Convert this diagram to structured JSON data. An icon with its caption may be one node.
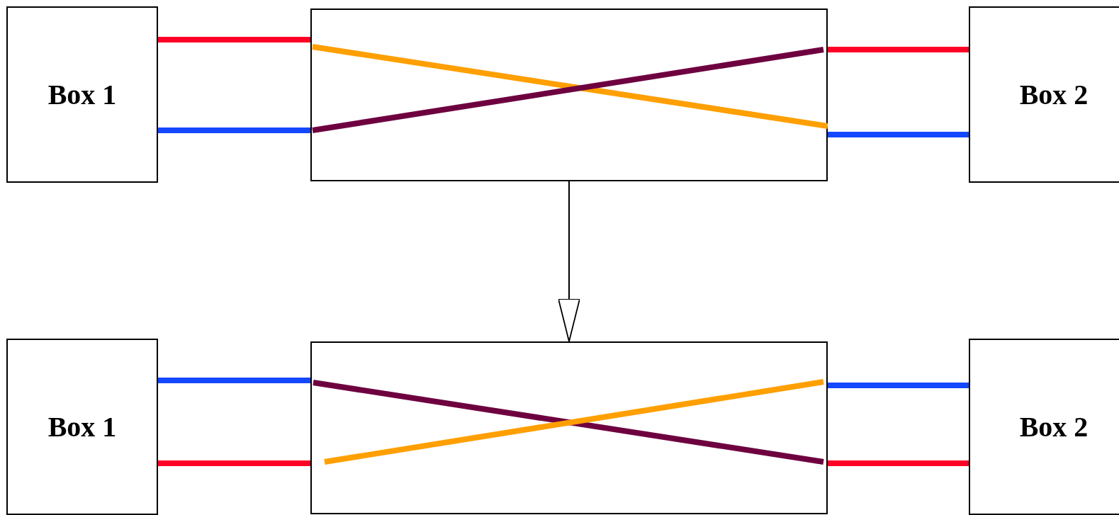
{
  "diagram": {
    "nodes": [
      {
        "text": [
          "Box 1"
        ]
      },
      {
        "text": [],
        "shape": "box"
      },
      {
        "text": [
          "Box 2"
        ]
      },
      {
        "text": [
          "Box 1"
        ]
      },
      {
        "text": [],
        "shape": "box"
      },
      {
        "text": [
          "Box 2"
        ]
      }
    ],
    "edges": [
      {
        "from": 0,
        "to": 1,
        "arrow": "none",
        "color": "#ff0026"
      },
      {
        "from": 0,
        "to": 1,
        "arrow": "none",
        "color": "#1448ff"
      },
      {
        "from": 1,
        "to": 2,
        "arrow": "none",
        "color": "#ff0026"
      },
      {
        "from": 1,
        "to": 2,
        "arrow": "none",
        "color": "#1448ff"
      },
      {
        "from": 1,
        "to": 4,
        "arrow": "to",
        "color": "#000000"
      },
      {
        "from": 3,
        "to": 4,
        "arrow": "none",
        "color": "#1448ff"
      },
      {
        "from": 3,
        "to": 4,
        "arrow": "none",
        "color": "#ff0026"
      },
      {
        "from": 4,
        "to": 5,
        "arrow": "none",
        "color": "#1448ff"
      },
      {
        "from": 4,
        "to": 5,
        "arrow": "none",
        "color": "#ff0026"
      }
    ]
  }
}
